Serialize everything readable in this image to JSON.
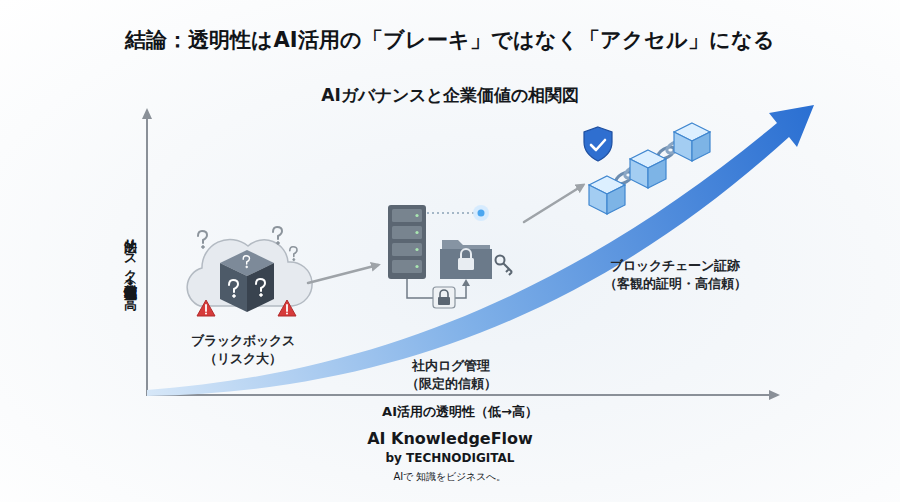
{
  "diagram": {
    "title": "結論：透明性はAI活用の「ブレーキ」ではなく「アクセル」になる",
    "nodes": [
      {
        "text": [
          "ブラックボックス",
          "（リスク大）"
        ]
      },
      {
        "text": [
          "社内ログ管理",
          "（限定的信頼）"
        ]
      },
      {
        "text": [
          "ブロックチェーン証跡",
          "（客観的証明・高信頼）"
        ]
      }
    ],
    "edges": [
      {
        "from": 0,
        "to": 1,
        "arrow": "to"
      },
      {
        "from": 1,
        "to": 2,
        "arrow": "to"
      }
    ],
    "labels": [
      "AIガバナンスと企業価値の相関図",
      "法的リスク耐性・社会的信頼（低→高）",
      "AI活用の透明性（低→高）",
      "AI KnowledgeFlow",
      "by TECHNODIGITAL",
      "AIで 知識をビジネスへ。"
    ]
  }
}
